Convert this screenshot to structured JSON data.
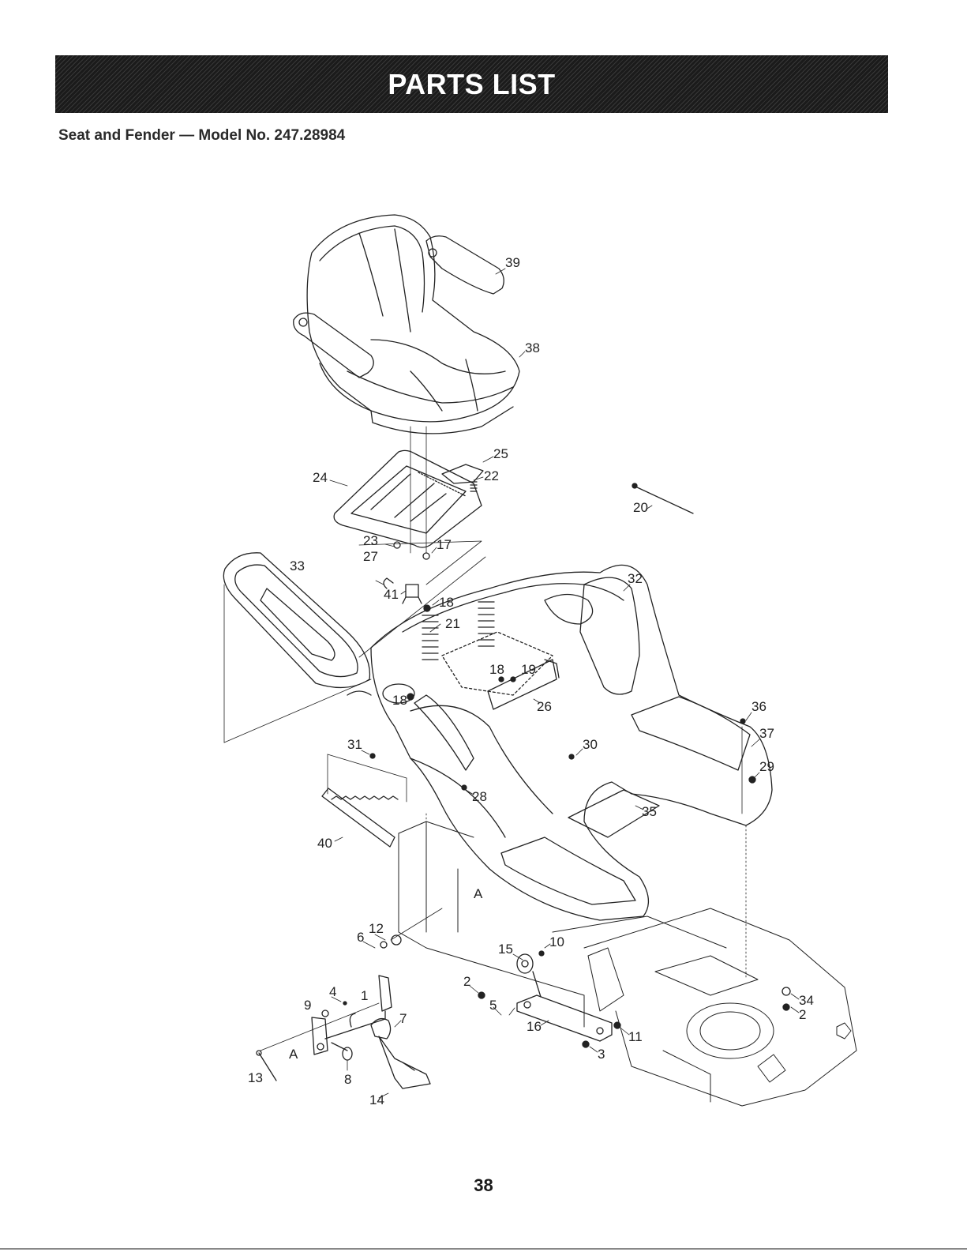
{
  "header": {
    "title": "PARTS LIST"
  },
  "section_title": "Seat and Fender — Model No. 247.28984",
  "page_number": "38",
  "callouts": [
    {
      "id": "c39",
      "text": "39"
    },
    {
      "id": "c38",
      "text": "38"
    },
    {
      "id": "c25",
      "text": "25"
    },
    {
      "id": "c22",
      "text": "22"
    },
    {
      "id": "c24",
      "text": "24"
    },
    {
      "id": "c20",
      "text": "20"
    },
    {
      "id": "c23",
      "text": "23"
    },
    {
      "id": "c17",
      "text": "17"
    },
    {
      "id": "c27",
      "text": "27"
    },
    {
      "id": "c41",
      "text": "41"
    },
    {
      "id": "c33",
      "text": "33"
    },
    {
      "id": "c32",
      "text": "32"
    },
    {
      "id": "c18a",
      "text": "18"
    },
    {
      "id": "c21",
      "text": "21"
    },
    {
      "id": "c18b",
      "text": "18"
    },
    {
      "id": "c19",
      "text": "19"
    },
    {
      "id": "c18c",
      "text": "18"
    },
    {
      "id": "c26",
      "text": "26"
    },
    {
      "id": "c36",
      "text": "36"
    },
    {
      "id": "c37",
      "text": "37"
    },
    {
      "id": "c31",
      "text": "31"
    },
    {
      "id": "c30",
      "text": "30"
    },
    {
      "id": "c29",
      "text": "29"
    },
    {
      "id": "c28",
      "text": "28"
    },
    {
      "id": "c35",
      "text": "35"
    },
    {
      "id": "c40",
      "text": "40"
    },
    {
      "id": "cA1",
      "text": "A"
    },
    {
      "id": "c12",
      "text": "12"
    },
    {
      "id": "c6",
      "text": "6"
    },
    {
      "id": "c15",
      "text": "15"
    },
    {
      "id": "c10",
      "text": "10"
    },
    {
      "id": "c2a",
      "text": "2"
    },
    {
      "id": "c4",
      "text": "4"
    },
    {
      "id": "c1",
      "text": "1"
    },
    {
      "id": "c9",
      "text": "9"
    },
    {
      "id": "c5",
      "text": "5"
    },
    {
      "id": "c7",
      "text": "7"
    },
    {
      "id": "c16",
      "text": "16"
    },
    {
      "id": "c34",
      "text": "34"
    },
    {
      "id": "c2b",
      "text": "2"
    },
    {
      "id": "c11",
      "text": "11"
    },
    {
      "id": "c3",
      "text": "3"
    },
    {
      "id": "cA2",
      "text": "A"
    },
    {
      "id": "c8",
      "text": "8"
    },
    {
      "id": "c13",
      "text": "13"
    },
    {
      "id": "c14",
      "text": "14"
    }
  ]
}
